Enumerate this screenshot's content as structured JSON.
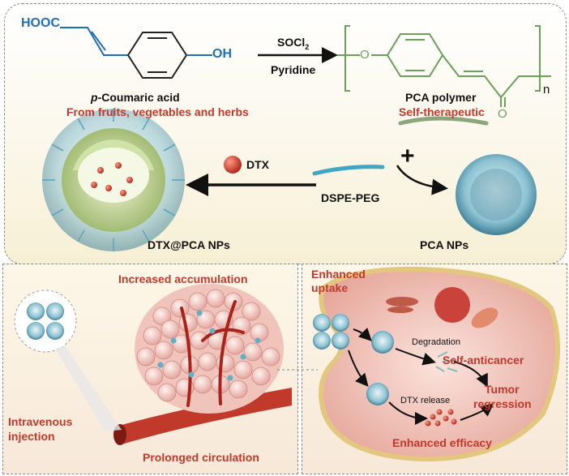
{
  "top": {
    "reactant_carboxyl": "HOOC",
    "reactant_hydroxyl": "OH",
    "reactant_name_prefix": "p",
    "reactant_name_rest": "-Coumaric acid",
    "reactant_source": "From fruits, vegetables and herbs",
    "reagent1": "SOCl",
    "reagent1_sub": "2",
    "reagent2": "Pyridine",
    "polymer_o": "O",
    "polymer_carbonyl_o": "O",
    "polymer_n": "n",
    "polymer_name": "PCA polymer",
    "polymer_property": "Self-therapeutic",
    "plus": "+",
    "drug_label": "DTX",
    "surfactant_label": "DSPE-PEG",
    "loaded_np_label": "DTX@PCA NPs",
    "empty_np_label": "PCA NPs"
  },
  "bottom_left": {
    "accumulation": "Increased accumulation",
    "injection_line1": "Intravenous",
    "injection_line2": "injection",
    "circulation": "Prolonged circulation"
  },
  "bottom_right": {
    "uptake_line1": "Enhanced",
    "uptake_line2": "uptake",
    "degradation": "Degradation",
    "self_anticancer": "Self-anticancer",
    "tumor_line1": "Tumor",
    "tumor_line2": "regression",
    "dtx_release": "DTX release",
    "efficacy": "Enhanced efficacy"
  },
  "colors": {
    "red_text": "#c0392b",
    "blue_text": "#1f6fb4",
    "green_structure": "#6aa05a",
    "nanoparticle": "#6fb3c8",
    "drug": "#d9412f"
  }
}
